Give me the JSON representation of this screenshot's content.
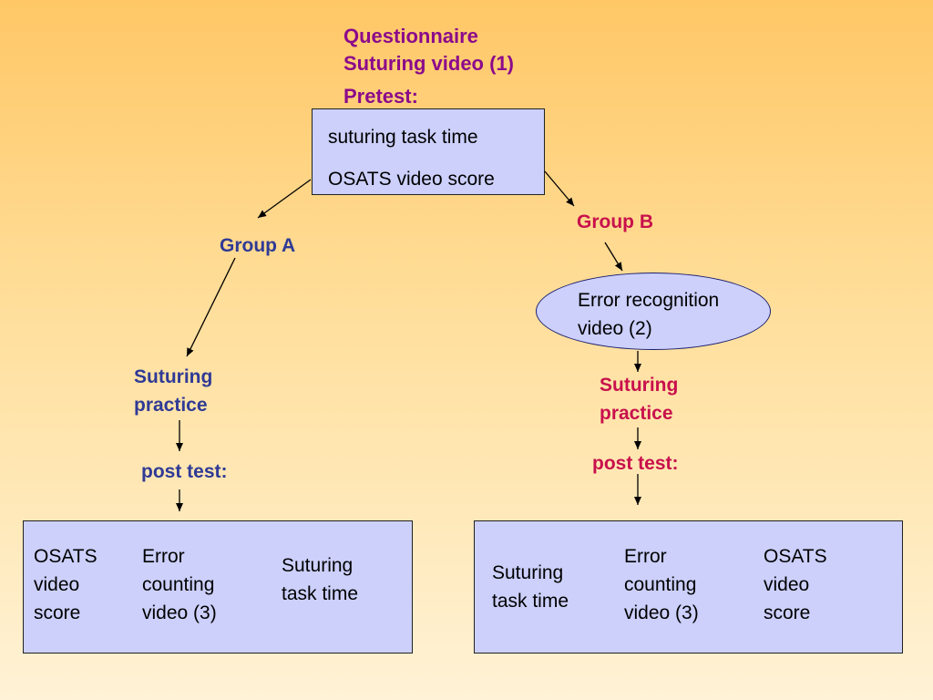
{
  "header": {
    "line1": "Questionnaire",
    "line2": "Suturing video (1)",
    "pretest_label": "Pretest:"
  },
  "pretest_box": {
    "item1": "suturing task time",
    "item2": "OSATS video score"
  },
  "group_a": {
    "label": "Group A",
    "practice_line1": "Suturing",
    "practice_line2": "practice",
    "post_test": "post test:",
    "result_box": {
      "col1": [
        "OSATS",
        "video",
        "score"
      ],
      "col2": [
        "Error",
        "counting",
        "video (3)"
      ],
      "col3": [
        "Suturing",
        "task time"
      ]
    }
  },
  "group_b": {
    "label": "Group B",
    "ellipse_line1": "Error recognition",
    "ellipse_line2": "video (2)",
    "practice_line1": "Suturing",
    "practice_line2": "practice",
    "post_test": "post test:",
    "result_box": {
      "col1": [
        "Suturing",
        "task time"
      ],
      "col2": [
        "Error",
        "counting",
        "video (3)"
      ],
      "col3": [
        "OSATS",
        "video",
        "score"
      ]
    }
  },
  "colors": {
    "title": "#8b0a8b",
    "group_a": "#2f3a96",
    "group_b": "#c8104c",
    "box_fill": "#ccd0fb"
  }
}
